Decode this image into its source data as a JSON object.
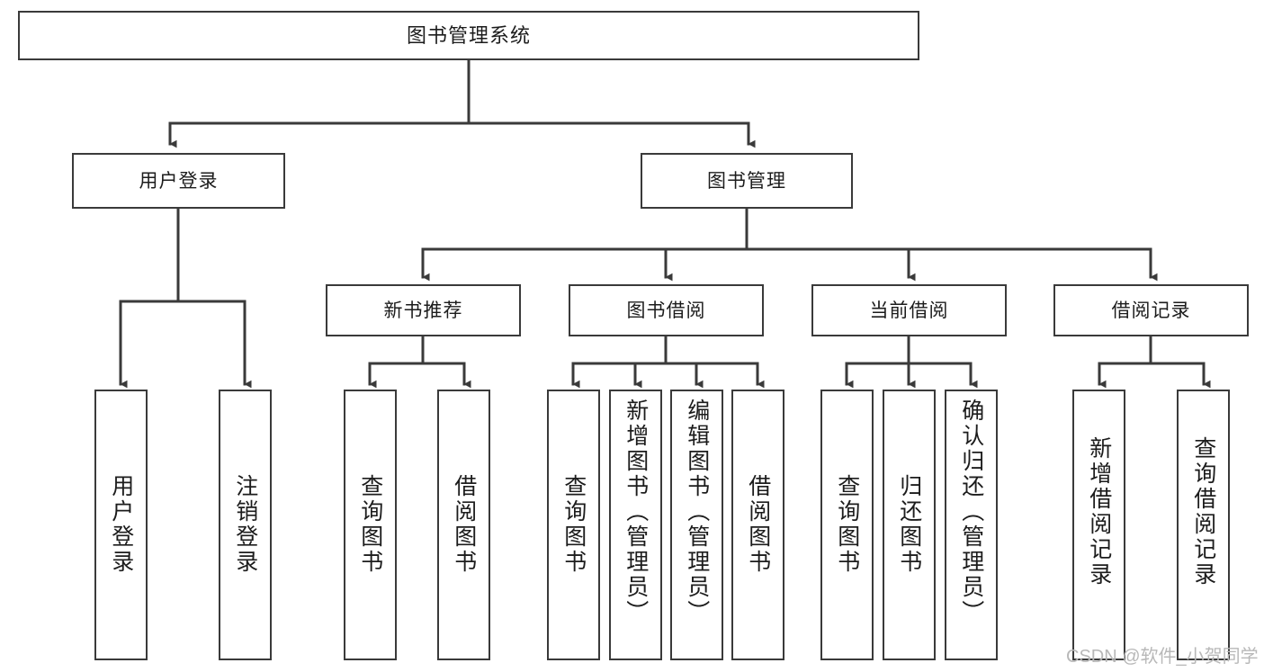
{
  "diagram": {
    "title": "图书管理系统",
    "type": "tree-hierarchy",
    "watermark": "CSDN @软件_小贺同学",
    "colors": {
      "box_border": "#3a3a3a",
      "box_fill": "#ffffff",
      "edge": "#3a3a3a",
      "text": "#1c1c1c",
      "watermark": "#b8b8b8",
      "background": "#ffffff"
    }
  },
  "nodes": {
    "root": {
      "label": "图书管理系统"
    },
    "level2": [
      {
        "id": "user-login",
        "label": "用户登录"
      },
      {
        "id": "book-management",
        "label": "图书管理"
      }
    ],
    "level3": [
      {
        "id": "new-book-recommend",
        "label": "新书推荐"
      },
      {
        "id": "book-borrow",
        "label": "图书借阅"
      },
      {
        "id": "current-borrow",
        "label": "当前借阅"
      },
      {
        "id": "borrow-record",
        "label": "借阅记录"
      }
    ],
    "leaves": {
      "user-login": [
        {
          "id": "leaf-user-login",
          "label": "用户登录"
        },
        {
          "id": "leaf-logout-login",
          "label": "注销登录"
        }
      ],
      "new-book-recommend": [
        {
          "id": "leaf-query-book-1",
          "label": "查询图书"
        },
        {
          "id": "leaf-borrow-book-1",
          "label": "借阅图书"
        }
      ],
      "book-borrow": [
        {
          "id": "leaf-query-book-2",
          "label": "查询图书"
        },
        {
          "id": "leaf-add-book",
          "label": "新增图书（管理员）"
        },
        {
          "id": "leaf-edit-book",
          "label": "编辑图书（管理员）"
        },
        {
          "id": "leaf-borrow-book-2",
          "label": "借阅图书"
        }
      ],
      "current-borrow": [
        {
          "id": "leaf-query-book-3",
          "label": "查询图书"
        },
        {
          "id": "leaf-return-book",
          "label": "归还图书"
        },
        {
          "id": "leaf-confirm-return",
          "label": "确认归还（管理员）"
        }
      ],
      "borrow-record": [
        {
          "id": "leaf-add-record",
          "label": "新增借阅记录"
        },
        {
          "id": "leaf-query-record",
          "label": "查询借阅记录"
        }
      ]
    }
  }
}
